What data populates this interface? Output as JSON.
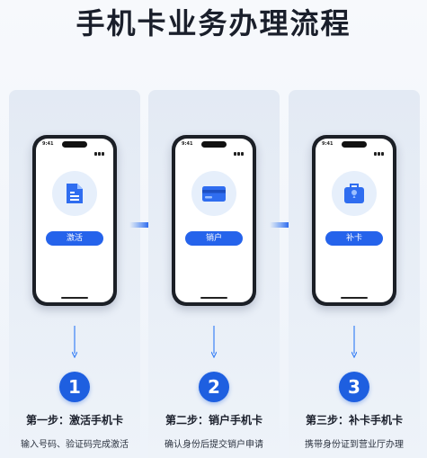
{
  "title": "手机卡业务办理流程",
  "phone_time": "9:41",
  "steps": [
    {
      "number": "1",
      "title": "第一步：激活手机卡",
      "description": "输入号码、验证码完成激活",
      "button_label": "激活",
      "icon": "document-icon"
    },
    {
      "number": "2",
      "title": "第二步：销户手机卡",
      "description": "确认身份后提交销户申请",
      "button_label": "销户",
      "icon": "card-icon"
    },
    {
      "number": "3",
      "title": "第三步：补卡手机卡",
      "description": "携带身份证到营业厅办理",
      "button_label": "补卡",
      "icon": "briefcase-icon"
    }
  ],
  "colors": {
    "accent": "#2563eb",
    "step_circle": "#1e5fe0",
    "arrow": "#3b82f6"
  }
}
